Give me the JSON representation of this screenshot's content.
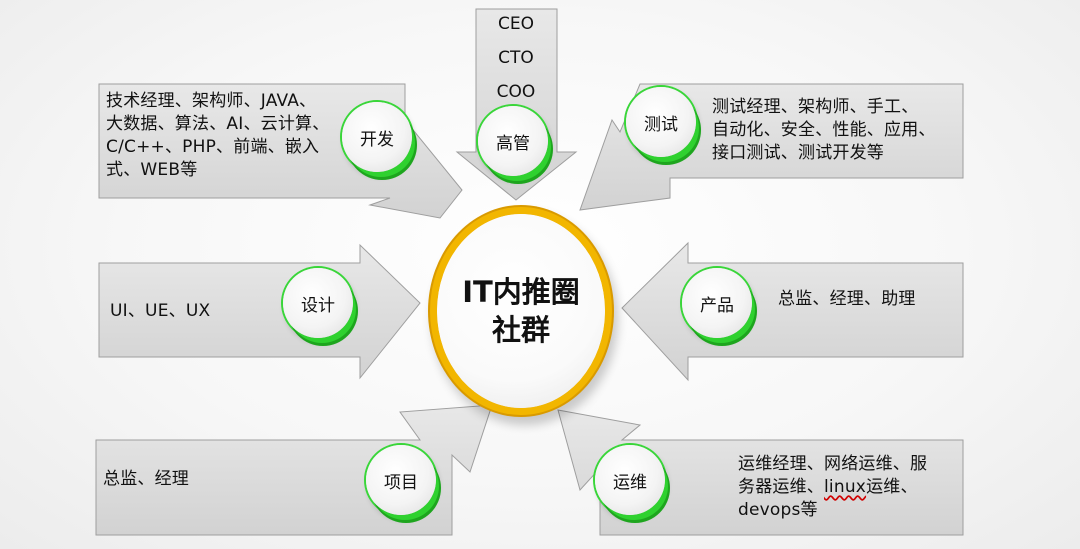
{
  "center": {
    "label": "IT内推圈\n社群"
  },
  "executives": {
    "roles": [
      "CEO",
      "CTO",
      "COO"
    ],
    "bubble": "高管"
  },
  "categories": {
    "kaifa": {
      "bubble": "开发",
      "text": "技术经理、架构师、JAVA、\n大数据、算法、AI、云计算、\nC/C++、PHP、前端、嵌入\n式、WEB等"
    },
    "ceshi": {
      "bubble": "测试",
      "text": "测试经理、架构师、手工、\n自动化、安全、性能、应用、\n接口测试、测试开发等"
    },
    "sheji": {
      "bubble": "设计",
      "text": "UI、UE、UX"
    },
    "chanpin": {
      "bubble": "产品",
      "text": "总监、经理、助理"
    },
    "xiangmu": {
      "bubble": "项目",
      "text": "总监、经理"
    },
    "yunwei": {
      "bubble": "运维",
      "line1": "运维经理、网络运维、服",
      "line2_pre": "务器运维、",
      "line2_mark": "linux",
      "line2_post": "运维、",
      "line3": "devops等"
    }
  },
  "colors": {
    "panel_fill": "#dcdcdc",
    "panel_stroke": "#9e9e9e",
    "bubble_ring": "#2fd12f",
    "center_ring": "#f2b600"
  }
}
